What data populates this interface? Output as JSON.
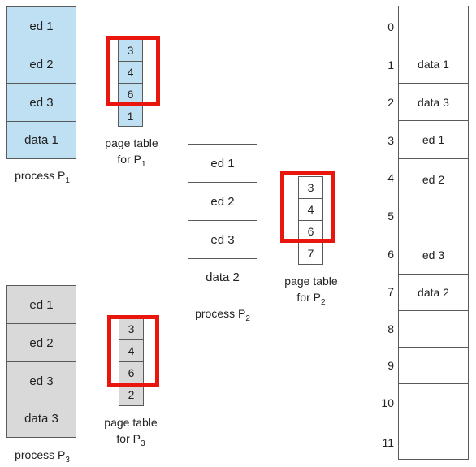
{
  "processes": [
    {
      "id": "p1",
      "label_prefix": "process P",
      "label_sub": "1",
      "color": "#bfe0f2",
      "cells": [
        "ed 1",
        "ed 2",
        "ed 3",
        "data 1"
      ]
    },
    {
      "id": "p2",
      "label_prefix": "process P",
      "label_sub": "2",
      "color": "#ffffff",
      "cells": [
        "ed 1",
        "ed 2",
        "ed 3",
        "data 2"
      ]
    },
    {
      "id": "p3",
      "label_prefix": "process P",
      "label_sub": "3",
      "color": "#d9d9d9",
      "cells": [
        "ed 1",
        "ed 2",
        "ed 3",
        "data 3"
      ]
    }
  ],
  "page_tables": [
    {
      "id": "pt1",
      "caption_line1": "page table",
      "caption_prefix": "for P",
      "caption_sub": "1",
      "color": "#bfe0f2",
      "entries": [
        "3",
        "4",
        "6",
        "1"
      ]
    },
    {
      "id": "pt2",
      "caption_line1": "page table",
      "caption_prefix": "for P",
      "caption_sub": "2",
      "color": "#ffffff",
      "entries": [
        "3",
        "4",
        "6",
        "7"
      ]
    },
    {
      "id": "pt3",
      "caption_line1": "page table",
      "caption_prefix": "for P",
      "caption_sub": "3",
      "color": "#d9d9d9",
      "entries": [
        "3",
        "4",
        "6",
        "2"
      ]
    }
  ],
  "highlight_color": "#e8160c",
  "physical_memory": {
    "frames": [
      {
        "num": "0",
        "content": ""
      },
      {
        "num": "1",
        "content": "data 1"
      },
      {
        "num": "2",
        "content": "data 3"
      },
      {
        "num": "3",
        "content": "ed 1"
      },
      {
        "num": "4",
        "content": "ed 2"
      },
      {
        "num": "5",
        "content": ""
      },
      {
        "num": "6",
        "content": "ed 3"
      },
      {
        "num": "7",
        "content": "data 2"
      },
      {
        "num": "8",
        "content": ""
      },
      {
        "num": "9",
        "content": ""
      },
      {
        "num": "10",
        "content": ""
      },
      {
        "num": "11",
        "content": ""
      }
    ]
  }
}
